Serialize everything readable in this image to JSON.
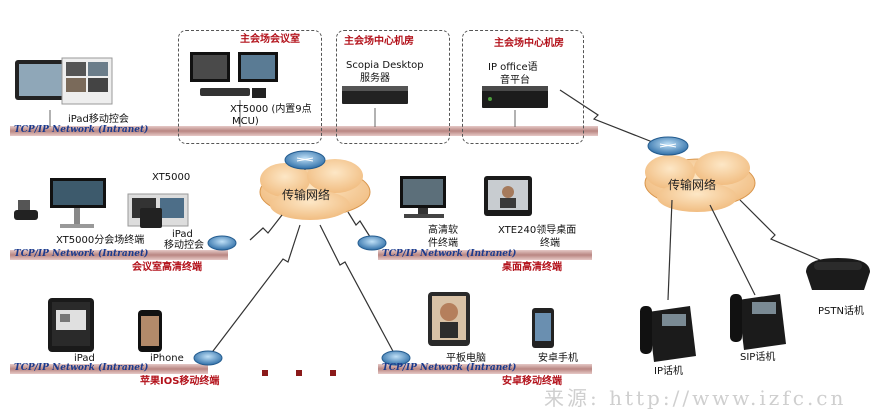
{
  "rooms": {
    "main_conference": "主会场会议室",
    "data_center_1": "主会场中心机房",
    "data_center_2": "主会场中心机房"
  },
  "devices": {
    "ipad_main": "iPad移动控会",
    "xt5000_main": "XT5000 (内置9点",
    "xt5000_main_2": "MCU)",
    "scopia_1": "Scopia Desktop",
    "scopia_2": "服务器",
    "ipoffice_1": "IP office语",
    "ipoffice_2": "音平台",
    "xt5000_top": "XT5000",
    "xt5000_branch": "XT5000分会场终端",
    "ipad_branch_1": "iPad",
    "ipad_branch_2": "移动控会",
    "hd_soft_1": "高清软",
    "hd_soft_2": "件终端",
    "xte240_1": "XTE240领导桌面",
    "xte240_2": "终端",
    "ipad_ios": "iPad",
    "iphone": "iPhone",
    "tablet": "平板电脑",
    "android": "安卓手机",
    "ip_phone": "IP话机",
    "sip_phone": "SIP话机",
    "pstn_phone": "PSTN话机"
  },
  "networks": {
    "n1": "TCP/IP Network (Intranet)",
    "n2": "TCP/IP Network (Intranet)",
    "n3": "TCP/IP Network (Intranet)",
    "n4": "TCP/IP Network (Intranet)",
    "n5": "TCP/IP Network (Intranet)"
  },
  "segments": {
    "meeting_room": "会议室高清终端",
    "desktop": "桌面高清终端",
    "ios_mobile": "苹果IOS移动终端",
    "android_mobile": "安卓移动终端"
  },
  "clouds": {
    "transport_left": "传输网络",
    "transport_right": "传输网络"
  },
  "watermark": "来源: http://www.izfc.cn",
  "colors": {
    "bus": "#c99a97",
    "cloud": "#f6cf9c",
    "router": "#4e8fc9",
    "label_red": "#b3121b",
    "network_blue": "#1b3a8c"
  }
}
